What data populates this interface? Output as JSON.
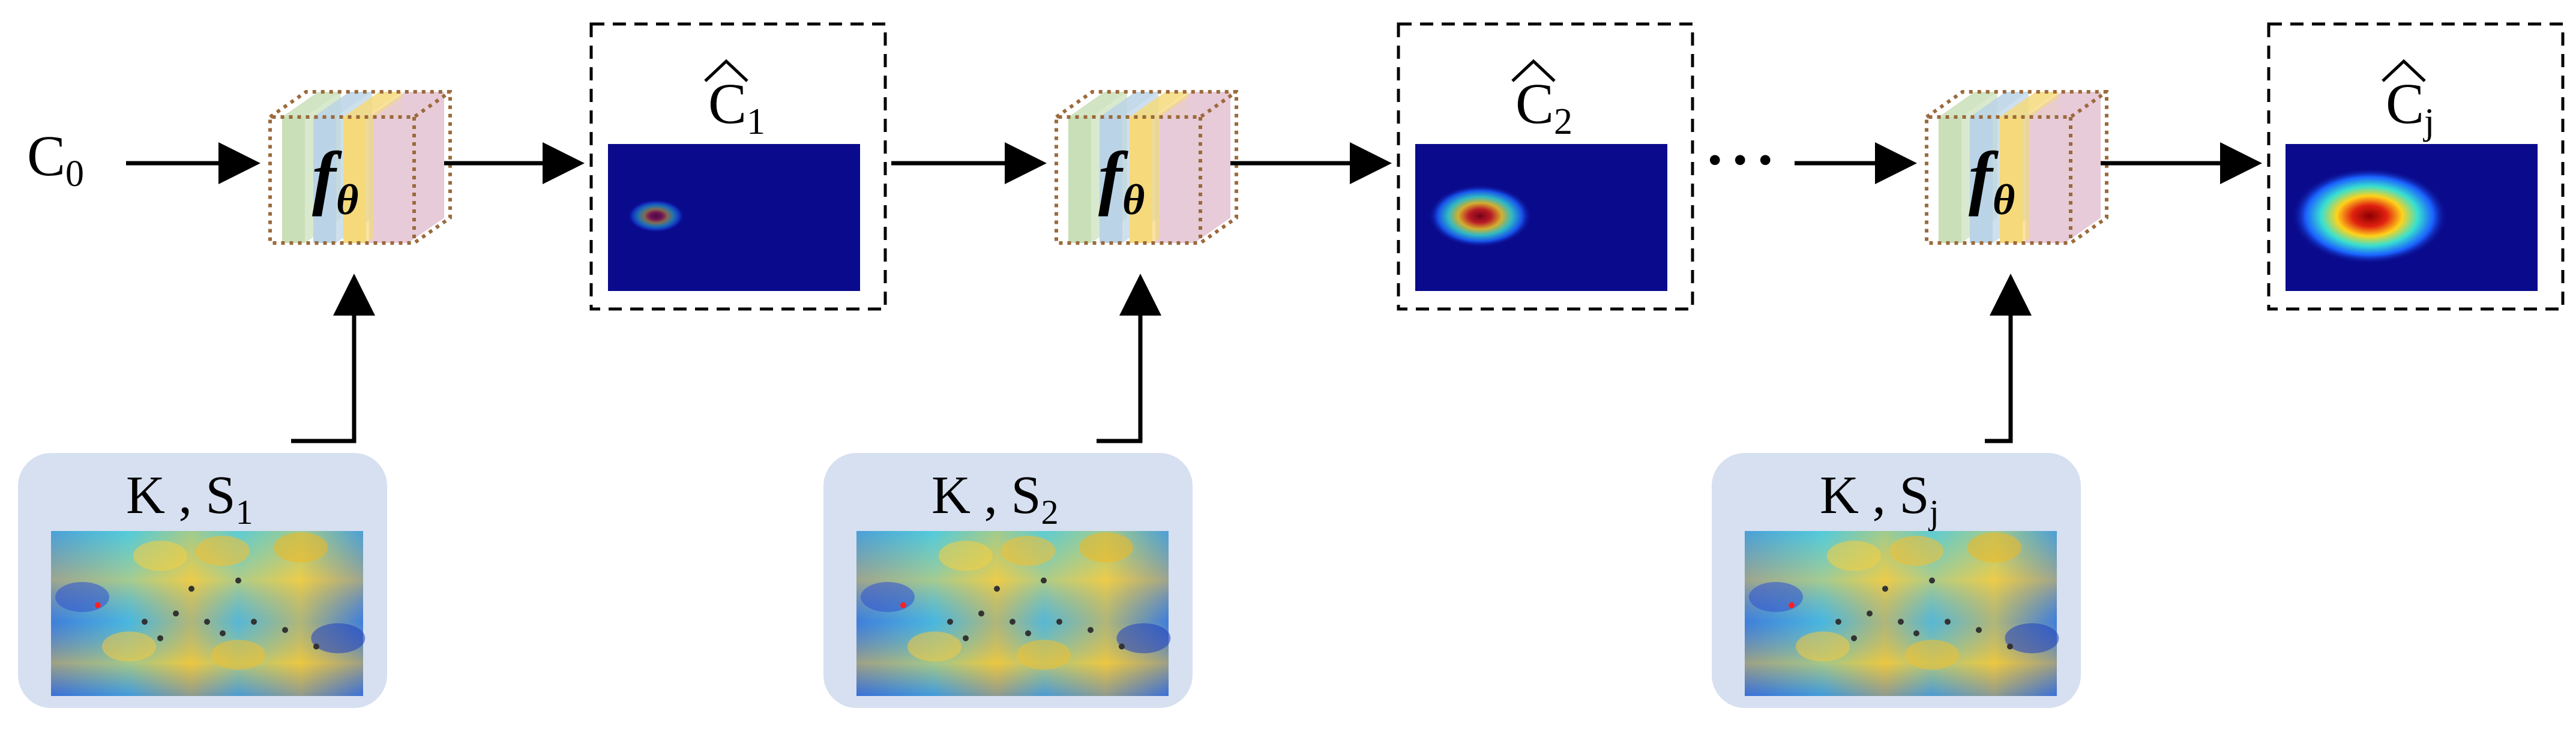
{
  "initial": {
    "base": "C",
    "sub": "0"
  },
  "function": {
    "base": "f",
    "sub": "θ"
  },
  "ellipsis": "• • •",
  "stages": [
    {
      "output": {
        "base": "C",
        "sub": "1",
        "hat": "^"
      },
      "input": {
        "k": "K",
        "sep": " , ",
        "base": "S",
        "sub": "1"
      },
      "blob": {
        "intensity": 0.15,
        "spread": 0.25
      }
    },
    {
      "output": {
        "base": "C",
        "sub": "2",
        "hat": "^"
      },
      "input": {
        "k": "K",
        "sep": " , ",
        "base": "S",
        "sub": "2"
      },
      "blob": {
        "intensity": 0.7,
        "spread": 0.6
      }
    },
    {
      "output": {
        "base": "C",
        "sub": "j",
        "hat": "^"
      },
      "input": {
        "k": "K",
        "sep": " , ",
        "base": "S",
        "sub": "j"
      },
      "blob": {
        "intensity": 1.0,
        "spread": 1.0
      }
    }
  ],
  "colors": {
    "layer_green": "#c9dfb8",
    "layer_blue": "#bad3e6",
    "layer_yellow": "#f5d97a",
    "layer_pink": "#e7cbd8",
    "block_border": "#9b6a3c",
    "input_panel": "#d6e0f0",
    "heatmap_bg": "#0a0a8c",
    "arrow": "#000000"
  }
}
